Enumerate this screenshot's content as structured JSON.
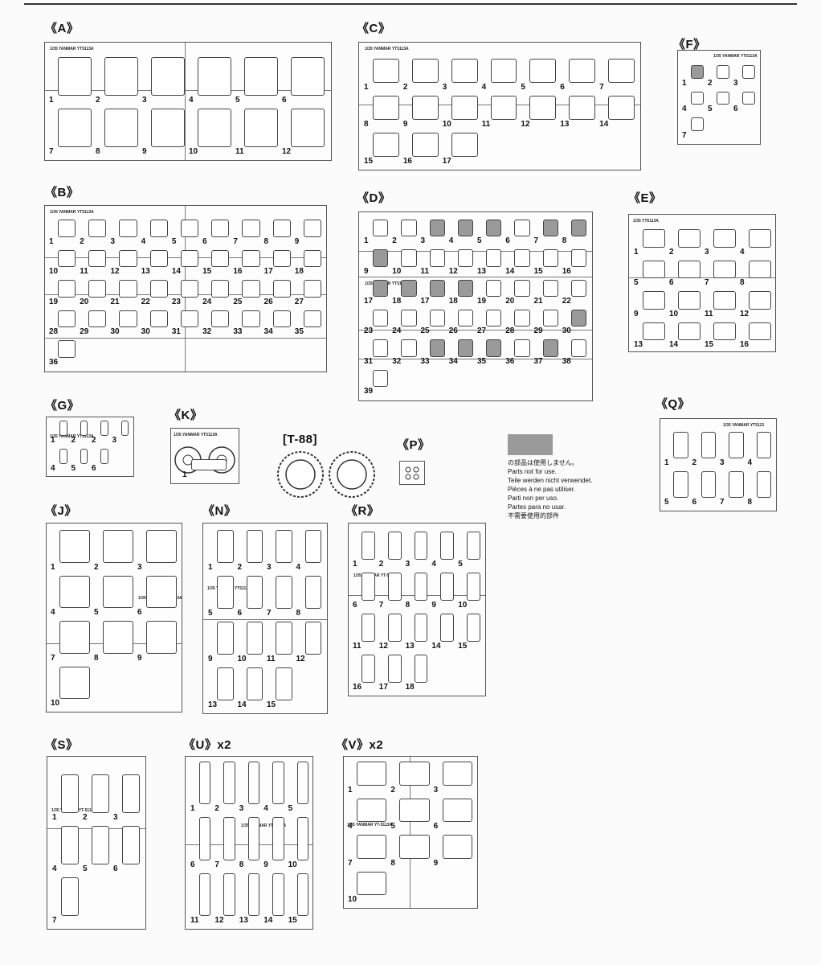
{
  "notes": {
    "jp": "の部品は使用しません。",
    "en": "Parts not for use.",
    "de": "Teile werden nicht verwendet.",
    "fr": "Pièces à ne pas utiliser.",
    "it": "Parti non per uso.",
    "es": "Partes para no usar.",
    "zh": "不需要使用的部件"
  },
  "sprues": [
    {
      "key": "A",
      "label": "《A》",
      "tag": "1/35 YANMAR YT5113A",
      "parts": [
        "1",
        "2",
        "3",
        "4",
        "5",
        "6",
        "7",
        "8",
        "9",
        "10",
        "11",
        "12"
      ]
    },
    {
      "key": "B",
      "label": "《B》",
      "tag": "1/35 YANMAR YT5113A",
      "parts": [
        "1",
        "2",
        "3",
        "4",
        "5",
        "6",
        "7",
        "8",
        "9",
        "10",
        "11",
        "12",
        "13",
        "14",
        "15",
        "16",
        "17",
        "18",
        "19",
        "20",
        "21",
        "22",
        "23",
        "24",
        "25",
        "26",
        "27",
        "28",
        "29",
        "30",
        "30",
        "31",
        "32",
        "33",
        "34",
        "35",
        "36"
      ]
    },
    {
      "key": "C",
      "label": "《C》",
      "tag": "1/35 YANMAR YT5113A",
      "parts": [
        "1",
        "2",
        "3",
        "4",
        "5",
        "6",
        "7",
        "8",
        "9",
        "10",
        "11",
        "12",
        "13",
        "14",
        "15",
        "16",
        "17"
      ]
    },
    {
      "key": "D",
      "label": "《D》",
      "tag": "1/35 YANMAR YT5113A",
      "parts": [
        "1",
        "2",
        "3",
        "4",
        "5",
        "6",
        "7",
        "8",
        "9",
        "10",
        "11",
        "12",
        "13",
        "14",
        "15",
        "16",
        "17",
        "18",
        "17",
        "18",
        "19",
        "20",
        "21",
        "22",
        "23",
        "24",
        "25",
        "26",
        "27",
        "28",
        "29",
        "30",
        "31",
        "32",
        "33",
        "34",
        "35",
        "36",
        "37",
        "38",
        "39"
      ],
      "gray": [
        "3",
        "4",
        "5",
        "7",
        "8",
        "9",
        "17",
        "18",
        "17",
        "18",
        "30",
        "33",
        "34",
        "35",
        "37"
      ]
    },
    {
      "key": "E",
      "label": "《E》",
      "tag": "1/35 YT5113A",
      "parts": [
        "1",
        "2",
        "3",
        "4",
        "5",
        "6",
        "7",
        "8",
        "9",
        "10",
        "11",
        "12",
        "13",
        "14",
        "15",
        "16"
      ]
    },
    {
      "key": "F",
      "label": "《F》",
      "tag": "1/35 YANMAR YT5113A",
      "parts": [
        "1",
        "2",
        "3",
        "4",
        "5",
        "6",
        "7"
      ],
      "gray": [
        "1"
      ]
    },
    {
      "key": "G",
      "label": "《G》",
      "tag": "1/35 YANMAR YT5113A",
      "parts": [
        "1",
        "2",
        "2",
        "3",
        "4",
        "5",
        "6"
      ]
    },
    {
      "key": "K",
      "label": "《K》",
      "tag": "1/35 YANMAR YT5113A",
      "parts": [
        "1"
      ]
    },
    {
      "key": "T88",
      "label": "[T-88]",
      "tag": "",
      "parts": []
    },
    {
      "key": "P",
      "label": "《P》",
      "tag": "",
      "parts": []
    },
    {
      "key": "Q",
      "label": "《Q》",
      "tag": "1/35 YANMAR YT5113",
      "parts": [
        "1",
        "2",
        "3",
        "4",
        "5",
        "6",
        "7",
        "8"
      ]
    },
    {
      "key": "J",
      "label": "《J》",
      "tag": "1/35 YANMAR YT5113A",
      "parts": [
        "1",
        "2",
        "3",
        "4",
        "5",
        "6",
        "7",
        "8",
        "9",
        "10"
      ]
    },
    {
      "key": "N",
      "label": "《N》",
      "tag": "1/35 YANMAR YT5113A",
      "parts": [
        "1",
        "2",
        "3",
        "4",
        "5",
        "6",
        "7",
        "8",
        "9",
        "10",
        "11",
        "12",
        "13",
        "14",
        "15"
      ]
    },
    {
      "key": "R",
      "label": "《R》",
      "tag": "1/35 YANMAR YT-5113A",
      "parts": [
        "1",
        "2",
        "3",
        "4",
        "5",
        "6",
        "7",
        "8",
        "9",
        "10",
        "11",
        "12",
        "13",
        "14",
        "15",
        "16",
        "17",
        "18"
      ]
    },
    {
      "key": "S",
      "label": "《S》",
      "tag": "1/35 YANMAR YT-5113A",
      "parts": [
        "1",
        "2",
        "3",
        "4",
        "5",
        "6",
        "7"
      ]
    },
    {
      "key": "U",
      "label": "《U》x2",
      "tag": "1/35 YANMAR YT-5113A",
      "parts": [
        "1",
        "2",
        "3",
        "4",
        "5",
        "6",
        "7",
        "8",
        "9",
        "10",
        "11",
        "12",
        "13",
        "14",
        "15"
      ]
    },
    {
      "key": "V",
      "label": "《V》x2",
      "tag": "1/35 YANMAR YT-5113A",
      "parts": [
        "1",
        "2",
        "3",
        "4",
        "5",
        "6",
        "7",
        "8",
        "9",
        "10"
      ]
    }
  ]
}
